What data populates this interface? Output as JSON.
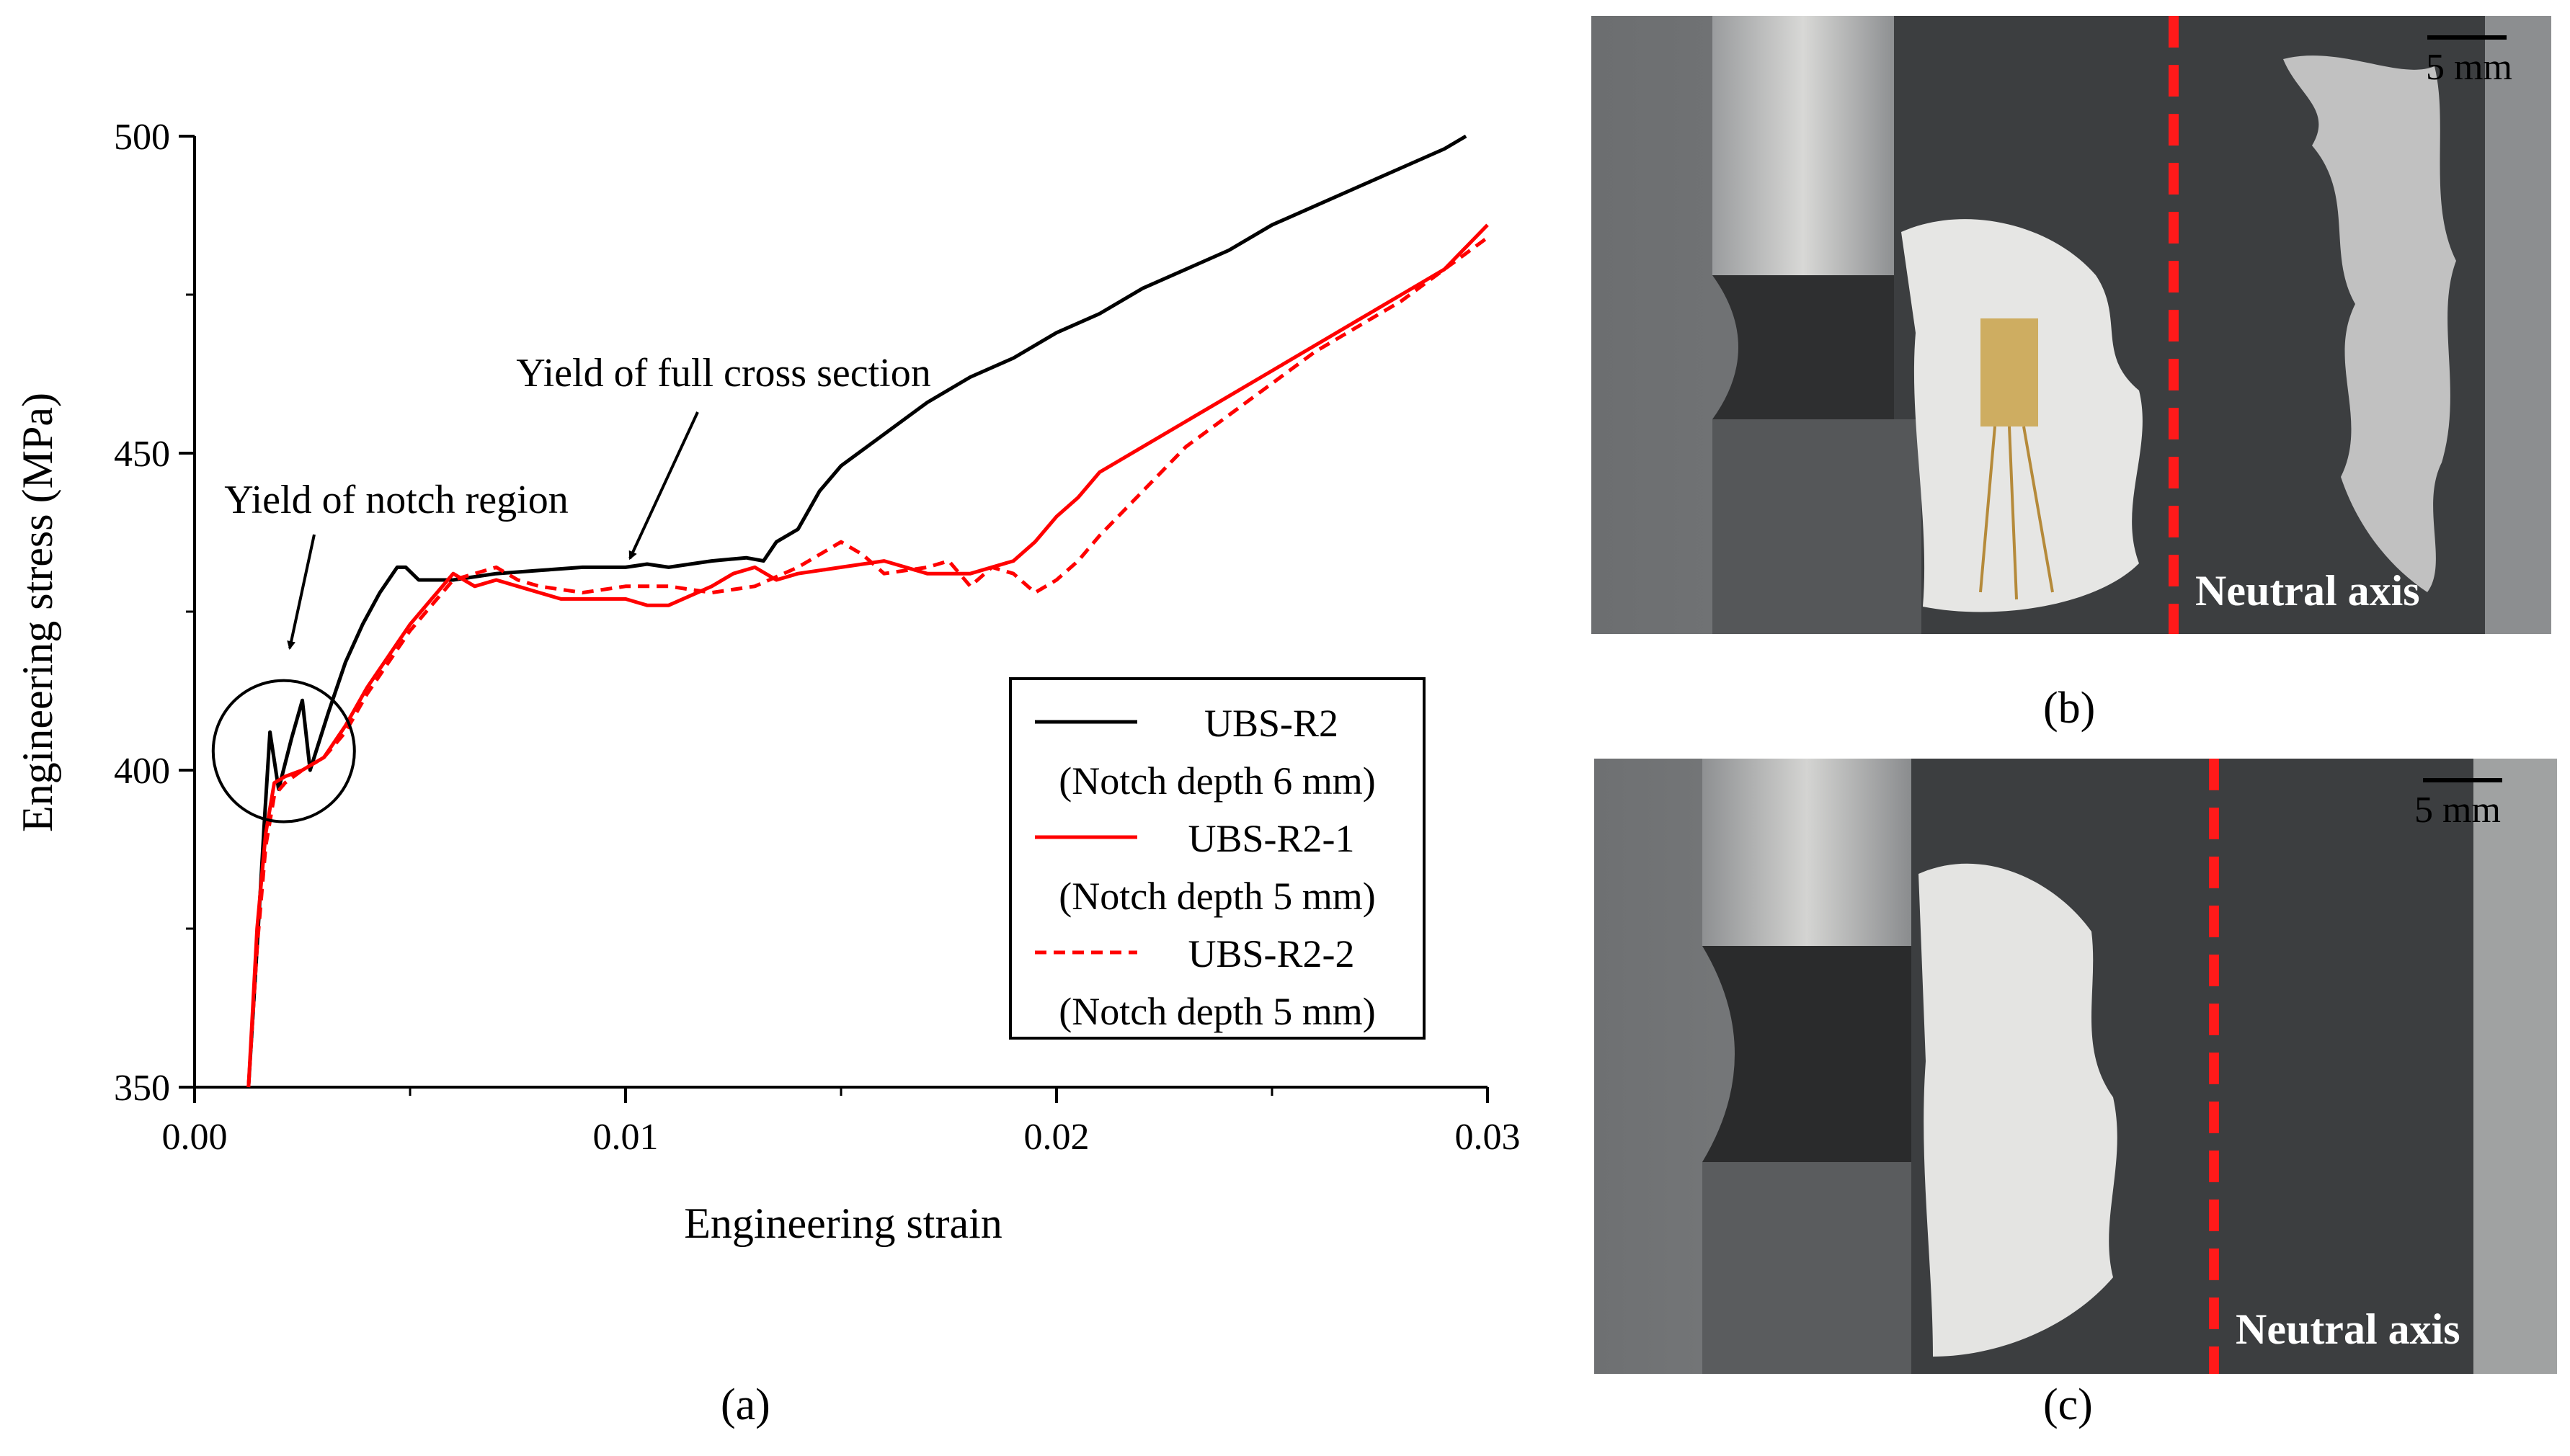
{
  "chart_data": {
    "type": "line",
    "xlabel": "Engineering strain",
    "ylabel": "Engineering stress (MPa)",
    "xlim": [
      0.0,
      0.03
    ],
    "ylim": [
      350,
      500
    ],
    "x_ticks": [
      "0.00",
      "0.01",
      "0.02",
      "0.03"
    ],
    "y_ticks": [
      "350",
      "400",
      "450",
      "500"
    ],
    "grid": false,
    "legend_position": "bottom-right",
    "legend": [
      {
        "label": "UBS-R2",
        "sub": "(Notch depth 6 mm)"
      },
      {
        "label": "UBS-R2-1",
        "sub": "(Notch depth 5 mm)"
      },
      {
        "label": "UBS-R2-2",
        "sub": "(Notch depth 5 mm)"
      }
    ],
    "annotations": [
      {
        "text": "Yield of full cross section",
        "x": 0.0101,
        "y": 432
      },
      {
        "text": "Yield of notch region",
        "x": 0.00207,
        "y": 403
      }
    ],
    "series": [
      {
        "name": "UBS-R2",
        "color": "#000000",
        "style": "solid",
        "points": [
          [
            0.00125,
            350
          ],
          [
            0.00145,
            372
          ],
          [
            0.00162,
            392
          ],
          [
            0.00175,
            406
          ],
          [
            0.00195,
            397
          ],
          [
            0.00225,
            405
          ],
          [
            0.0025,
            411
          ],
          [
            0.00268,
            400
          ],
          [
            0.0031,
            409
          ],
          [
            0.0035,
            417
          ],
          [
            0.0039,
            423
          ],
          [
            0.0043,
            428
          ],
          [
            0.0047,
            432
          ],
          [
            0.0049,
            432
          ],
          [
            0.0052,
            430
          ],
          [
            0.006,
            430
          ],
          [
            0.007,
            431
          ],
          [
            0.008,
            431.5
          ],
          [
            0.009,
            432
          ],
          [
            0.01,
            432
          ],
          [
            0.0105,
            432.5
          ],
          [
            0.011,
            432
          ],
          [
            0.012,
            433
          ],
          [
            0.0128,
            433.5
          ],
          [
            0.0132,
            433
          ],
          [
            0.0135,
            436
          ],
          [
            0.014,
            438
          ],
          [
            0.0145,
            444
          ],
          [
            0.015,
            448
          ],
          [
            0.016,
            453
          ],
          [
            0.017,
            458
          ],
          [
            0.018,
            462
          ],
          [
            0.019,
            465
          ],
          [
            0.02,
            469
          ],
          [
            0.021,
            472
          ],
          [
            0.022,
            476
          ],
          [
            0.023,
            479
          ],
          [
            0.024,
            482
          ],
          [
            0.025,
            486
          ],
          [
            0.026,
            489
          ],
          [
            0.027,
            492
          ],
          [
            0.028,
            495
          ],
          [
            0.029,
            498
          ],
          [
            0.0295,
            500
          ]
        ]
      },
      {
        "name": "UBS-R2-1",
        "color": "#ff0000",
        "style": "solid",
        "points": [
          [
            0.00125,
            350
          ],
          [
            0.00145,
            375
          ],
          [
            0.00165,
            390
          ],
          [
            0.00185,
            398
          ],
          [
            0.0021,
            399
          ],
          [
            0.0025,
            400
          ],
          [
            0.003,
            402
          ],
          [
            0.0035,
            407
          ],
          [
            0.004,
            413
          ],
          [
            0.0045,
            418
          ],
          [
            0.005,
            423
          ],
          [
            0.0055,
            427
          ],
          [
            0.006,
            431
          ],
          [
            0.0065,
            429
          ],
          [
            0.007,
            430
          ],
          [
            0.0075,
            429
          ],
          [
            0.008,
            428
          ],
          [
            0.0085,
            427
          ],
          [
            0.009,
            427
          ],
          [
            0.01,
            427
          ],
          [
            0.0105,
            426
          ],
          [
            0.011,
            426
          ],
          [
            0.012,
            429
          ],
          [
            0.0125,
            431
          ],
          [
            0.013,
            432
          ],
          [
            0.0135,
            430
          ],
          [
            0.014,
            431
          ],
          [
            0.015,
            432
          ],
          [
            0.016,
            433
          ],
          [
            0.0165,
            432
          ],
          [
            0.017,
            431
          ],
          [
            0.018,
            431
          ],
          [
            0.019,
            433
          ],
          [
            0.0195,
            436
          ],
          [
            0.02,
            440
          ],
          [
            0.0205,
            443
          ],
          [
            0.021,
            447
          ],
          [
            0.022,
            451
          ],
          [
            0.023,
            455
          ],
          [
            0.024,
            459
          ],
          [
            0.025,
            463
          ],
          [
            0.026,
            467
          ],
          [
            0.027,
            471
          ],
          [
            0.028,
            475
          ],
          [
            0.029,
            479
          ],
          [
            0.03,
            486
          ]
        ]
      },
      {
        "name": "UBS-R2-2",
        "color": "#ff0000",
        "style": "dashed",
        "points": [
          [
            0.00125,
            350
          ],
          [
            0.00145,
            372
          ],
          [
            0.00165,
            388
          ],
          [
            0.00185,
            396
          ],
          [
            0.0021,
            398
          ],
          [
            0.0025,
            400
          ],
          [
            0.003,
            402
          ],
          [
            0.0035,
            406
          ],
          [
            0.004,
            412
          ],
          [
            0.0045,
            417
          ],
          [
            0.005,
            422
          ],
          [
            0.0055,
            426
          ],
          [
            0.006,
            430
          ],
          [
            0.0065,
            431
          ],
          [
            0.007,
            432
          ],
          [
            0.0075,
            430
          ],
          [
            0.008,
            429
          ],
          [
            0.009,
            428
          ],
          [
            0.01,
            429
          ],
          [
            0.011,
            429
          ],
          [
            0.012,
            428
          ],
          [
            0.013,
            429
          ],
          [
            0.014,
            432
          ],
          [
            0.015,
            436
          ],
          [
            0.0155,
            434
          ],
          [
            0.016,
            431
          ],
          [
            0.017,
            432
          ],
          [
            0.0175,
            433
          ],
          [
            0.018,
            429
          ],
          [
            0.0185,
            432
          ],
          [
            0.019,
            431
          ],
          [
            0.0195,
            428
          ],
          [
            0.02,
            430
          ],
          [
            0.0205,
            433
          ],
          [
            0.021,
            437
          ],
          [
            0.022,
            444
          ],
          [
            0.023,
            451
          ],
          [
            0.024,
            456
          ],
          [
            0.025,
            461
          ],
          [
            0.026,
            466
          ],
          [
            0.027,
            470
          ],
          [
            0.028,
            474
          ],
          [
            0.029,
            479
          ],
          [
            0.03,
            484
          ]
        ]
      }
    ]
  },
  "panels": {
    "a": "(a)",
    "b": "(b)",
    "c": "(c)"
  },
  "photo_b": {
    "scale": "5 mm",
    "axis_label": "Neutral axis"
  },
  "photo_c": {
    "scale": "5 mm",
    "axis_label": "Neutral axis"
  },
  "colors": {
    "dashed_axis": "#ff1a1a",
    "plate": "#3a3c3e",
    "background": "#7a7c7e"
  }
}
